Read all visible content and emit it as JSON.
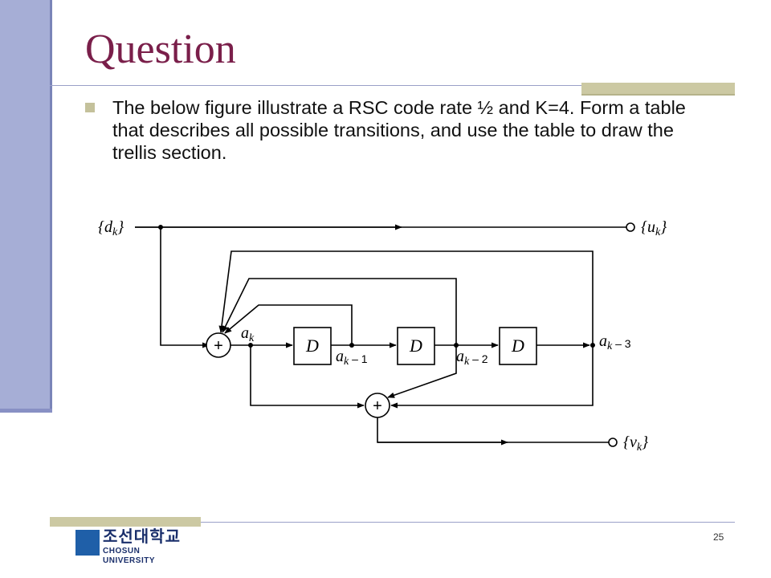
{
  "slide": {
    "title": "Question",
    "bullet": "The below figure illustrate a RSC code rate ½ and K=4. Form a table that describes all possible transitions, and use the table to draw the trellis section.",
    "page_number": "25"
  },
  "diagram": {
    "input_label": "{d_k}",
    "output_u_label": "{u_k}",
    "output_v_label": "{v_k}",
    "delay_label": "D",
    "adder_symbol": "+",
    "state_labels": [
      "a_k",
      "a_k – 1",
      "a_k – 2",
      "a_k – 3"
    ]
  },
  "logo": {
    "korean": "조선대학교",
    "english": "CHOSUN UNIVERSITY"
  },
  "colors": {
    "title": "#7a1f4a",
    "left_bar": "#a6aed6",
    "accent": "#ccc9a3",
    "logo": "#1a2f6b"
  }
}
